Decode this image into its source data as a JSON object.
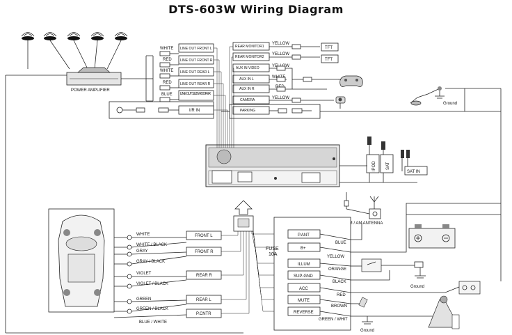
{
  "title": "DTS-603W Wiring Diagram",
  "amplifier": {
    "label": "POWER AMPLIFIER"
  },
  "line_out": [
    {
      "color": "WHITE",
      "label": "LINE OUT FRONT L"
    },
    {
      "color": "RED",
      "label": "LINE OUT FRONT R"
    },
    {
      "color": "WHITE",
      "label": "LINE OUT REAR L"
    },
    {
      "color": "RED",
      "label": "LINE OUT REAR R"
    },
    {
      "color": "BLUE",
      "label": "LINE OUT SUB WOOFER"
    }
  ],
  "ir_in": "I/R IN",
  "video": [
    {
      "label": "REAR MONITOR1",
      "color": "YELLOW",
      "device": "TFT"
    },
    {
      "label": "REAR MONITOR2",
      "color": "YELLOW",
      "device": "TFT"
    },
    {
      "label": "AUX IN VIDEO",
      "color": "YELLOW"
    },
    {
      "label": "AUX IN L",
      "color": "WHITE"
    },
    {
      "label": "AUX IN R",
      "color": "RED"
    },
    {
      "label": "CAMERA",
      "color": "YELLOW"
    },
    {
      "label": "PARKING",
      "color": ""
    }
  ],
  "ground_labels": [
    "Ground",
    "Ground",
    "Ground"
  ],
  "ports": {
    "ipod": "IPOD",
    "sat": "SAT",
    "sat_in": "SAT IN"
  },
  "speakers": [
    {
      "box": "FRONT L",
      "wires": [
        "WHITE",
        "WHITE / BLACK"
      ]
    },
    {
      "box": "FRONT R",
      "wires": [
        "GRAY",
        "GRAY / BLACK"
      ]
    },
    {
      "box": "REAR R",
      "wires": [
        "VIOLET",
        "VIOLET / BLACK"
      ]
    },
    {
      "box": "REAR L",
      "wires": [
        "GREEN",
        "GREEN / BLACK"
      ]
    }
  ],
  "pcntr": {
    "box": "P.CNTR",
    "wire": "BLUE / WHITE"
  },
  "antenna": "FM / AM ANTENNA",
  "fuse": {
    "line1": "FUSE",
    "line2": "10A"
  },
  "power": [
    {
      "box": "P.ANT",
      "color": "BLUE"
    },
    {
      "box": "B+",
      "color": "YELLOW"
    },
    {
      "box": "ILLUM",
      "color": "ORANGE"
    },
    {
      "box": "SUP-GND",
      "color": "BLACK"
    },
    {
      "box": "ACC",
      "color": "RED"
    },
    {
      "box": "MUTE",
      "color": "BROWN"
    },
    {
      "box": "REVERSE",
      "color": "GREEN / WHIT"
    }
  ]
}
